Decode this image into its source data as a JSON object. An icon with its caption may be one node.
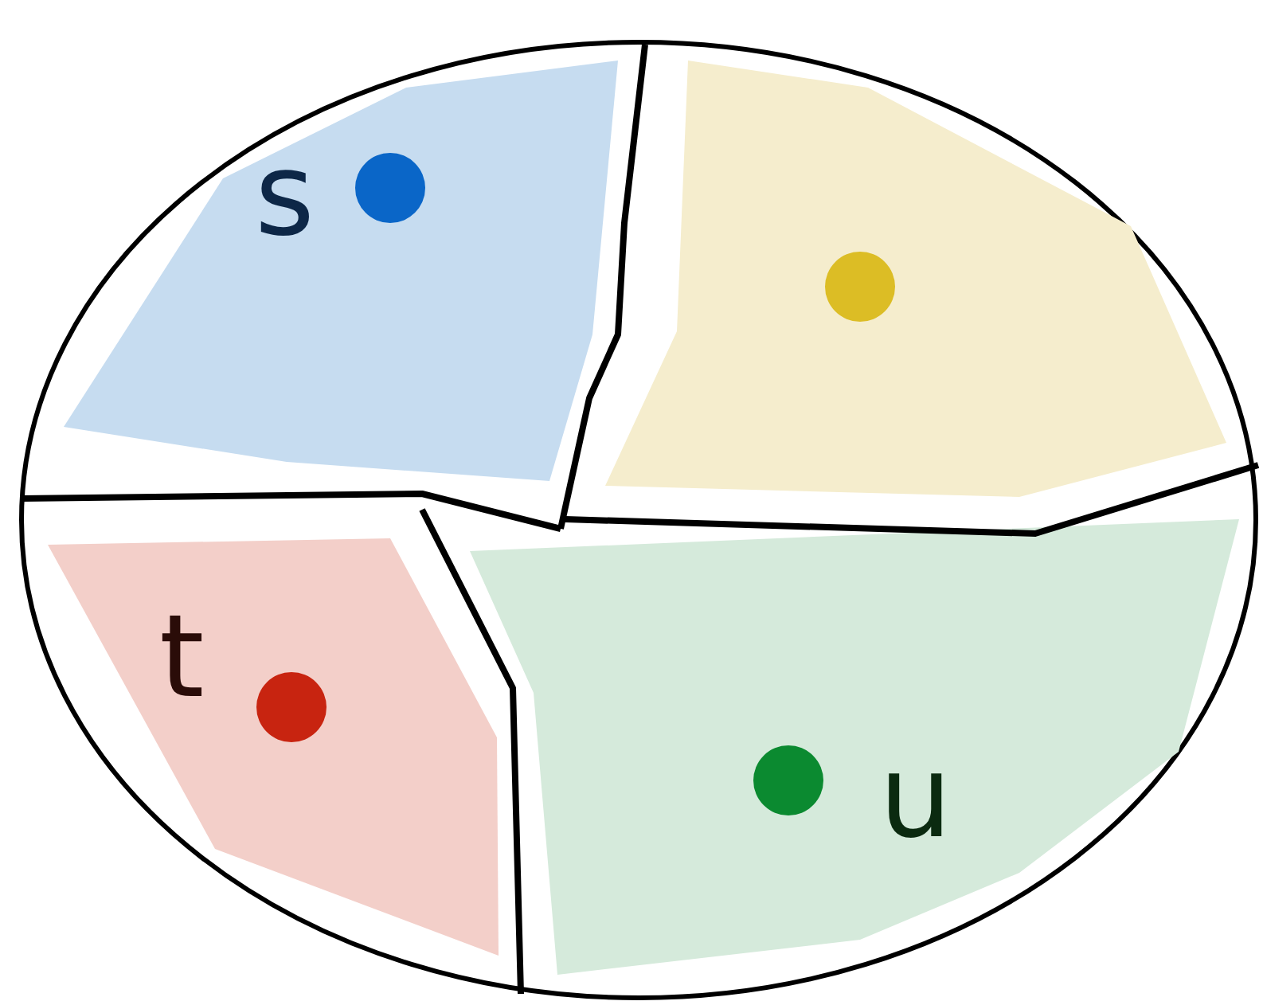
{
  "diagram": {
    "nodes": [
      {
        "text": [],
        "shape": "ellipse"
      },
      {
        "text": [
          "s"
        ],
        "in": 0
      },
      {
        "text": [],
        "shape": "box",
        "in": 0
      },
      {
        "text": [
          "t"
        ],
        "in": 0
      },
      {
        "text": [
          "u"
        ],
        "in": 0
      }
    ]
  }
}
